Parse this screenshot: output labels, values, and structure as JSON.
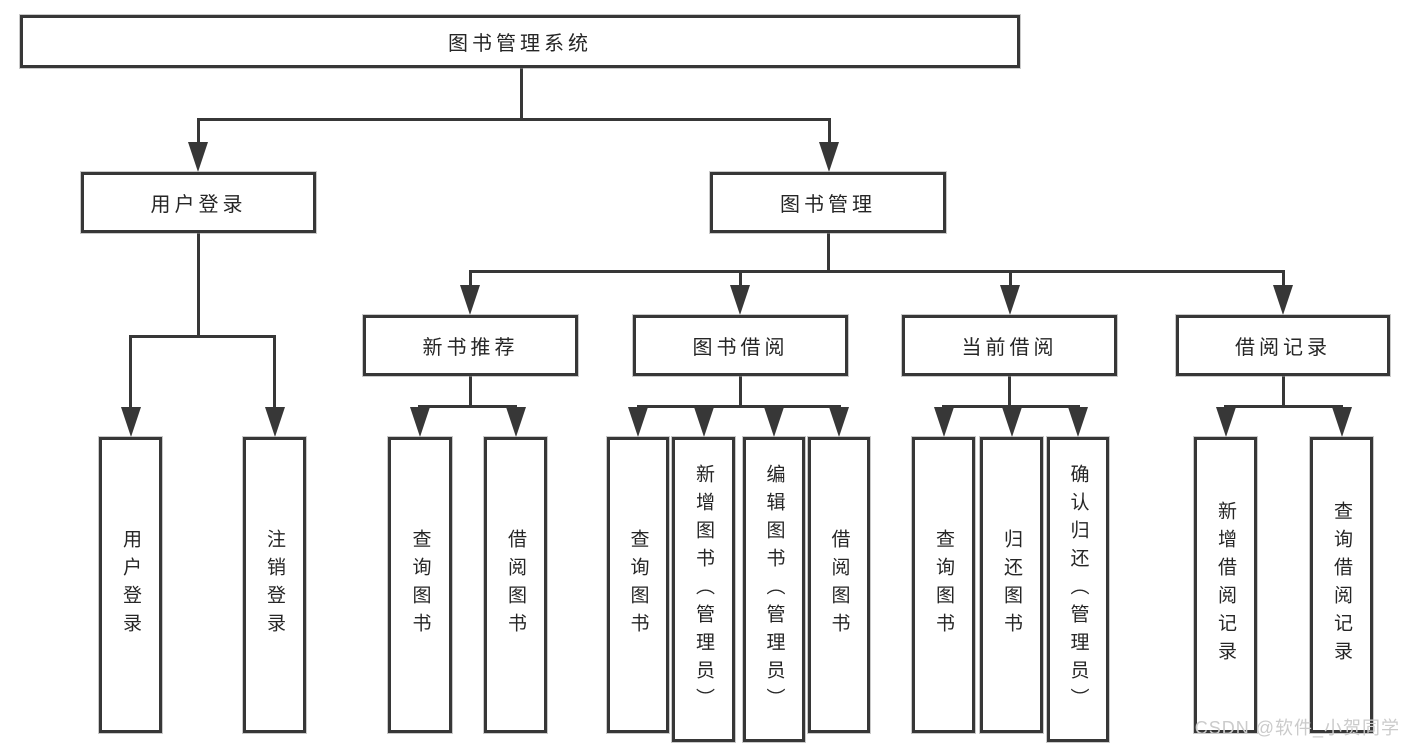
{
  "colors": {
    "line": "#373737",
    "box_border": "#373737",
    "text": "#262626",
    "watermark": "#cbcbcb",
    "background": "#ffffff"
  },
  "tree": {
    "root": {
      "label": "图书管理系统"
    },
    "user_login": {
      "label": "用户登录",
      "children": [
        {
          "label": "用户登录"
        },
        {
          "label": "注销登录"
        }
      ]
    },
    "book_mgmt": {
      "label": "图书管理",
      "children": [
        {
          "label": "新书推荐",
          "children": [
            {
              "label": "查询图书"
            },
            {
              "label": "借阅图书"
            }
          ]
        },
        {
          "label": "图书借阅",
          "children": [
            {
              "label": "查询图书"
            },
            {
              "label": "新增图书（管理员）"
            },
            {
              "label": "编辑图书（管理员）"
            },
            {
              "label": "借阅图书"
            }
          ]
        },
        {
          "label": "当前借阅",
          "children": [
            {
              "label": "查询图书"
            },
            {
              "label": "归还图书"
            },
            {
              "label": "确认归还（管理员）"
            }
          ]
        },
        {
          "label": "借阅记录",
          "children": [
            {
              "label": "新增借阅记录"
            },
            {
              "label": "查询借阅记录"
            }
          ]
        }
      ]
    }
  },
  "watermark": {
    "text": "CSDN @软件_小贺同学"
  }
}
